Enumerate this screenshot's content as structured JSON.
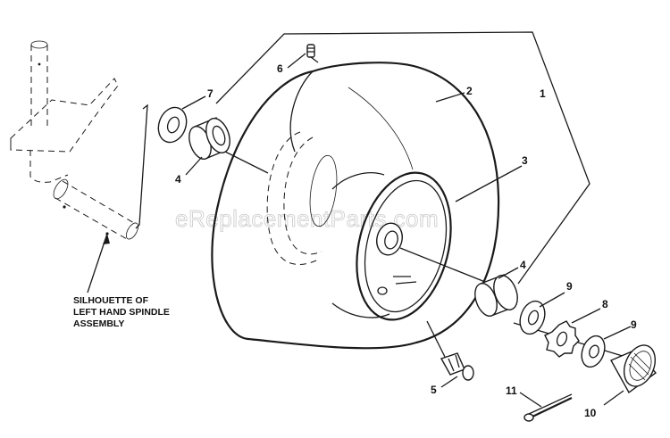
{
  "diagram": {
    "watermark": "eReplacementParts.com",
    "caption": [
      "SILHOUETTE OF",
      "LEFT HAND SPINDLE",
      "ASSEMBLY"
    ],
    "callouts": [
      {
        "id": "callout-1",
        "label": "1"
      },
      {
        "id": "callout-2",
        "label": "2"
      },
      {
        "id": "callout-3",
        "label": "3"
      },
      {
        "id": "callout-4-top",
        "label": "4"
      },
      {
        "id": "callout-4-bottom",
        "label": "4"
      },
      {
        "id": "callout-5",
        "label": "5"
      },
      {
        "id": "callout-6",
        "label": "6"
      },
      {
        "id": "callout-7",
        "label": "7"
      },
      {
        "id": "callout-8",
        "label": "8"
      },
      {
        "id": "callout-9-top",
        "label": "9"
      },
      {
        "id": "callout-9-bottom",
        "label": "9"
      },
      {
        "id": "callout-10",
        "label": "10"
      },
      {
        "id": "callout-11",
        "label": "11"
      }
    ]
  }
}
